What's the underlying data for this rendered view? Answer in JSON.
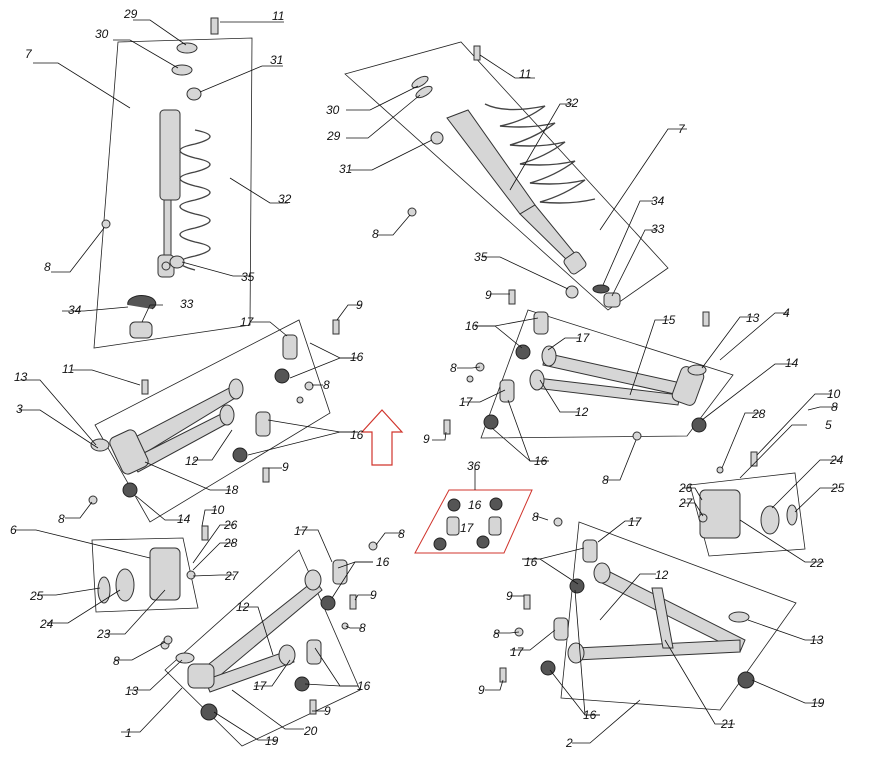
{
  "labels": {
    "p1": "1",
    "p2": "2",
    "p3": "3",
    "p4": "4",
    "p5": "5",
    "p6": "6",
    "p7": "7",
    "p8": "8",
    "p9": "9",
    "p10": "10",
    "p11": "11",
    "p12": "12",
    "p13": "13",
    "p14": "14",
    "p15": "15",
    "p16": "16",
    "p17": "17",
    "p18": "18",
    "p19": "19",
    "p20": "20",
    "p21": "21",
    "p22": "22",
    "p23": "23",
    "p24": "24",
    "p25": "25",
    "p26": "26",
    "p27": "27",
    "p28": "28",
    "p29": "29",
    "p30": "30",
    "p31": "31",
    "p32": "32",
    "p33": "33",
    "p34": "34",
    "p35": "35",
    "p36": "36"
  },
  "colors": {
    "line": "#111111",
    "kit_frame": "#d0342c",
    "arrow": "#d0342c"
  }
}
